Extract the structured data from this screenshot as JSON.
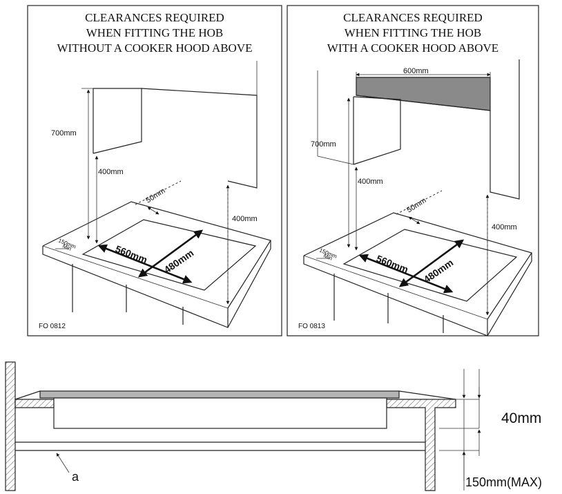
{
  "left_panel": {
    "title_lines": [
      "CLEARANCES REQUIRED",
      "WHEN FITTING THE HOB",
      "WITHOUT A COOKER HOOD ABOVE"
    ],
    "dim_700": "700mm",
    "dim_400_left": "400mm",
    "dim_400_right": "400mm",
    "dim_50": "50mm",
    "dim_150_line1": "150mm",
    "dim_150_line2": "Min",
    "dim_560": "560mm",
    "dim_480": "480mm",
    "figure_code": "FO 0812"
  },
  "right_panel": {
    "title_lines": [
      "CLEARANCES REQUIRED",
      "WHEN FITTING THE HOB",
      "WITH A COOKER HOOD ABOVE"
    ],
    "dim_600": "600mm",
    "dim_700": "700mm",
    "dim_400_left": "400mm",
    "dim_400_right": "400mm",
    "dim_50": "50mm",
    "dim_150_line1": "150mm",
    "dim_150_line2": "Min",
    "dim_560": "560mm",
    "dim_480": "480mm",
    "figure_code": "FO 0813"
  },
  "section": {
    "dim_40": "40mm",
    "dim_150": "150mm(MAX)",
    "label_a": "a"
  },
  "colors": {
    "line": "#222222",
    "hatch": "#555555",
    "hood_fill": "#8a8a8a",
    "hob_fill": "#b4b4b4"
  }
}
